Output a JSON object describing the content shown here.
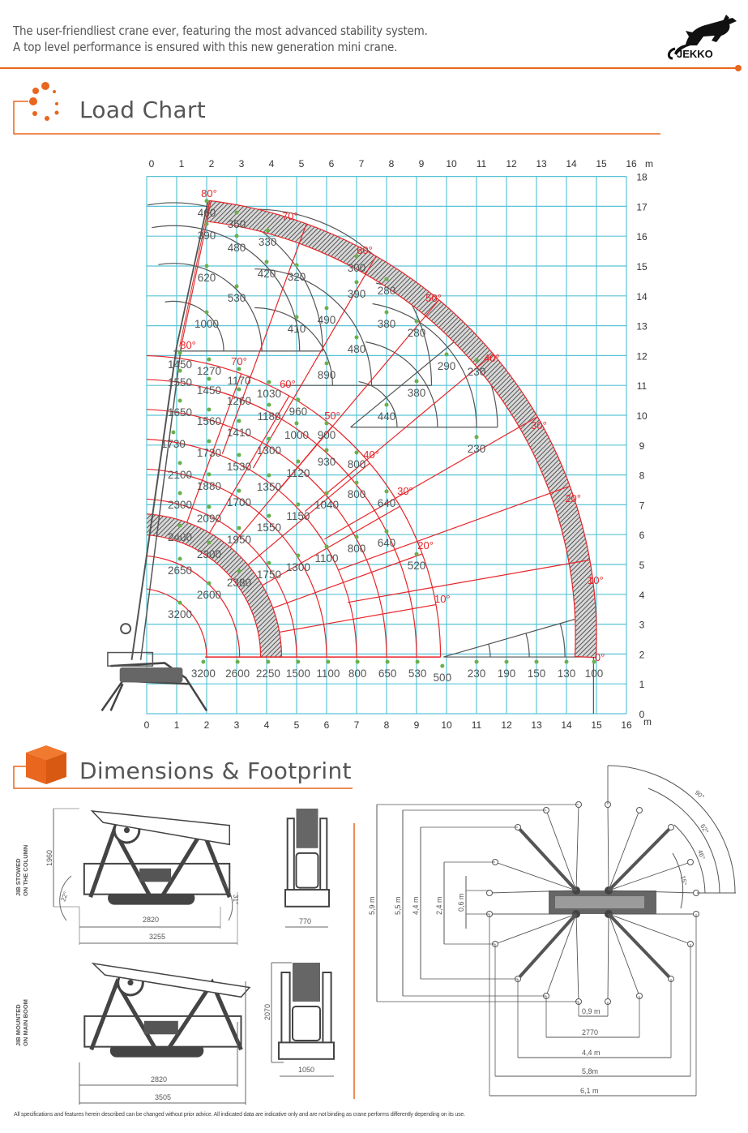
{
  "header": {
    "tagline_1": "The user-friendliest crane ever, featuring the most advanced stability system.",
    "tagline_2": "A top level performance is ensured with this new generation mini crane.",
    "logo_text": "JEKKO"
  },
  "colors": {
    "accent": "#e8661e",
    "grid": "#5bc4d6",
    "curve": "#e8262a",
    "gray": "#555555",
    "point": "#6ab04c"
  },
  "sections": {
    "load_chart": "Load Chart",
    "dimensions": "Dimensions & Footprint"
  },
  "chart_data": {
    "type": "diagram",
    "title": "Load Chart",
    "x_unit": "m",
    "y_unit": "m",
    "xlim": [
      0,
      16
    ],
    "ylim": [
      0,
      18
    ],
    "x_ticks": [
      "0",
      "1",
      "2",
      "3",
      "4",
      "5",
      "6",
      "7",
      "8",
      "9",
      "10",
      "11",
      "12",
      "13",
      "14",
      "15",
      "16"
    ],
    "y_ticks": [
      "0",
      "1",
      "2",
      "3",
      "4",
      "5",
      "6",
      "7",
      "8",
      "9",
      "10",
      "11",
      "12",
      "13",
      "14",
      "15",
      "16",
      "17",
      "18"
    ],
    "grid": true,
    "angle_labels": [
      [
        "80°",
        2.08,
        17.45
      ],
      [
        "70°",
        4.78,
        16.68
      ],
      [
        "60°",
        7.27,
        15.54
      ],
      [
        "50°",
        9.57,
        13.94
      ],
      [
        "40°",
        11.51,
        11.93
      ],
      [
        "30°",
        13.08,
        9.67
      ],
      [
        "20°",
        14.22,
        7.23
      ],
      [
        "10°",
        14.97,
        4.48
      ],
      [
        "0°",
        15.11,
        1.9
      ],
      [
        "80°",
        1.38,
        12.36
      ],
      [
        "70°",
        3.08,
        11.82
      ],
      [
        "60°",
        4.7,
        11.06
      ],
      [
        "50°",
        6.19,
        10.0
      ],
      [
        "40°",
        7.49,
        8.7
      ],
      [
        "30°",
        8.62,
        7.47
      ],
      [
        "20°",
        9.3,
        5.65
      ],
      [
        "10°",
        9.86,
        3.86
      ]
    ],
    "load_labels_kg": [
      [
        "460",
        2.0,
        16.8
      ],
      [
        "350",
        3.0,
        16.41
      ],
      [
        "330",
        4.03,
        15.82
      ],
      [
        "390",
        2.0,
        16.03
      ],
      [
        "480",
        3.0,
        15.63
      ],
      [
        "420",
        4.0,
        14.76
      ],
      [
        "320",
        5.0,
        14.65
      ],
      [
        "620",
        2.0,
        14.62
      ],
      [
        "530",
        3.0,
        13.94
      ],
      [
        "1000",
        2.0,
        13.07
      ],
      [
        "410",
        5.0,
        12.91
      ],
      [
        "490",
        6.0,
        13.21
      ],
      [
        "480",
        7.0,
        12.23
      ],
      [
        "890",
        6.0,
        11.36
      ],
      [
        "300",
        7.0,
        14.95
      ],
      [
        "390",
        7.0,
        14.08
      ],
      [
        "280",
        8.0,
        14.18
      ],
      [
        "380",
        8.0,
        13.07
      ],
      [
        "280",
        9.0,
        12.77
      ],
      [
        "290",
        10.0,
        11.66
      ],
      [
        "230",
        11.0,
        11.47
      ],
      [
        "380",
        9.0,
        10.76
      ],
      [
        "440",
        8.0,
        9.97
      ],
      [
        "230",
        11.0,
        8.89
      ],
      [
        "1450",
        1.11,
        11.71
      ],
      [
        "1270",
        2.08,
        11.49
      ],
      [
        "1550",
        1.11,
        11.11
      ],
      [
        "1450",
        2.08,
        10.84
      ],
      [
        "1170",
        3.08,
        11.17
      ],
      [
        "1260",
        3.08,
        10.49
      ],
      [
        "1030",
        4.08,
        10.73
      ],
      [
        "1650",
        1.11,
        10.11
      ],
      [
        "1560",
        2.08,
        9.81
      ],
      [
        "1180",
        4.08,
        9.97
      ],
      [
        "960",
        5.05,
        10.14
      ],
      [
        "1410",
        3.08,
        9.43
      ],
      [
        "1000",
        5.0,
        9.35
      ],
      [
        "900",
        6.0,
        9.35
      ],
      [
        "1730",
        0.89,
        9.05
      ],
      [
        "1730",
        2.08,
        8.75
      ],
      [
        "1300",
        4.08,
        8.83
      ],
      [
        "1530",
        3.08,
        8.29
      ],
      [
        "930",
        6.0,
        8.45
      ],
      [
        "800",
        7.0,
        8.37
      ],
      [
        "1120",
        5.05,
        8.07
      ],
      [
        "2100",
        1.11,
        8.02
      ],
      [
        "1880",
        2.08,
        7.64
      ],
      [
        "1350",
        4.08,
        7.61
      ],
      [
        "1700",
        3.08,
        7.09
      ],
      [
        "1040",
        6.0,
        7.01
      ],
      [
        "800",
        7.0,
        7.36
      ],
      [
        "640",
        8.0,
        7.07
      ],
      [
        "2300",
        1.11,
        7.01
      ],
      [
        "2090",
        2.08,
        6.55
      ],
      [
        "1150",
        5.05,
        6.63
      ],
      [
        "1550",
        4.08,
        6.25
      ],
      [
        "2400",
        1.11,
        5.92
      ],
      [
        "1950",
        3.08,
        5.84
      ],
      [
        "800",
        7.0,
        5.54
      ],
      [
        "640",
        8.0,
        5.73
      ],
      [
        "520",
        9.0,
        4.97
      ],
      [
        "2300",
        2.08,
        5.35
      ],
      [
        "1100",
        6.0,
        5.22
      ],
      [
        "1300",
        5.05,
        4.92
      ],
      [
        "1750",
        4.08,
        4.67
      ],
      [
        "2650",
        1.11,
        4.81
      ],
      [
        "2380",
        3.08,
        4.4
      ],
      [
        "2600",
        2.08,
        3.99
      ],
      [
        "3200",
        1.11,
        3.34
      ],
      [
        "3200",
        1.89,
        1.36
      ],
      [
        "2600",
        3.03,
        1.36
      ],
      [
        "2250",
        4.05,
        1.36
      ],
      [
        "1500",
        5.05,
        1.36
      ],
      [
        "1100",
        6.05,
        1.36
      ],
      [
        "800",
        7.03,
        1.36
      ],
      [
        "650",
        8.03,
        1.36
      ],
      [
        "530",
        9.03,
        1.36
      ],
      [
        "500",
        9.86,
        1.22
      ],
      [
        "230",
        11.0,
        1.36
      ],
      [
        "190",
        12.0,
        1.36
      ],
      [
        "150",
        13.0,
        1.36
      ],
      [
        "130",
        14.0,
        1.36
      ],
      [
        "100",
        14.92,
        1.36
      ]
    ]
  },
  "dimensions": {
    "config_1": {
      "label_line_1": "JIB STOWED",
      "label_line_2": "ON THE COLUMN",
      "height": "1960",
      "angle_left": "22°",
      "angle_right": "31°",
      "track_length": "2820",
      "total_length": "3255",
      "width": "770"
    },
    "config_2": {
      "label_line_1": "JIB MOUNTED",
      "label_line_2": "ON MAIN BOOM",
      "height": "2070",
      "track_length": "2820",
      "total_length": "3505",
      "width": "1050"
    },
    "footprint": {
      "vertical": [
        "5,9 m",
        "5,5 m",
        "4,4 m",
        "2,4 m",
        "0,6 m"
      ],
      "horizontal": [
        "0,9 m",
        "2770",
        "4,4 m",
        "5,8m",
        "6,1 m"
      ],
      "angles": [
        "90°",
        "62°",
        "46°",
        "15°"
      ]
    }
  },
  "footer": "All specifications and features herein described can be changed without prior advice. All indicated data are indicative only and are not binding as crane performs differently depending on its use."
}
